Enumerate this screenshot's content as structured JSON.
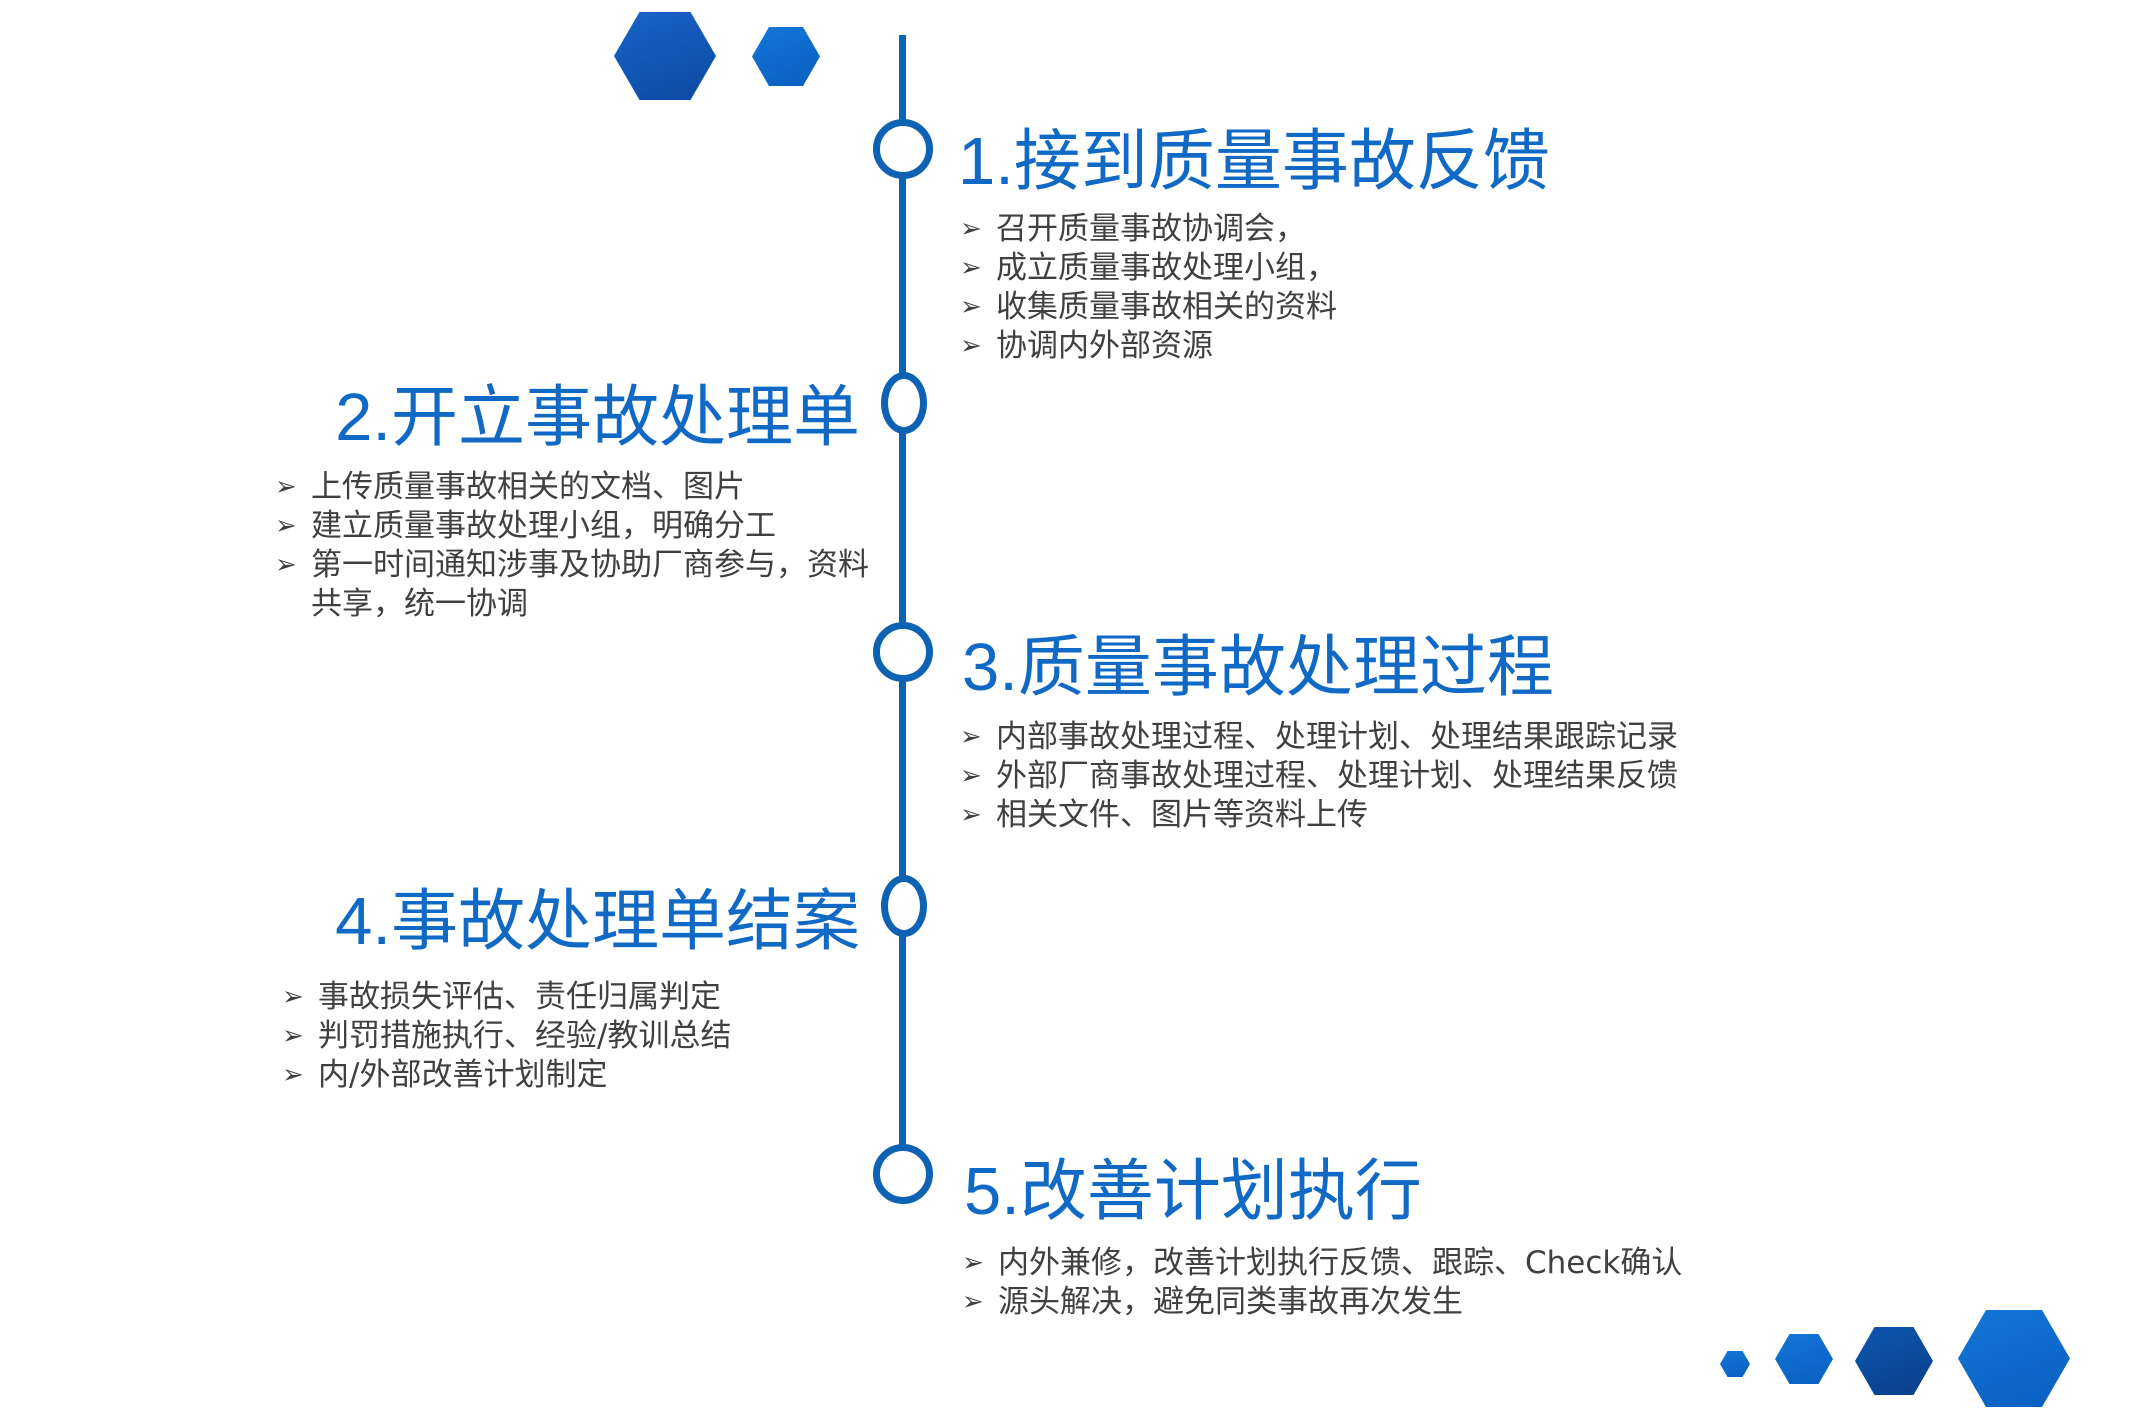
{
  "steps": [
    {
      "title": "1.接到质量事故反馈",
      "bullets": [
        "召开质量事故协调会，",
        "成立质量事故处理小组，",
        "收集质量事故相关的资料",
        "协调内外部资源"
      ]
    },
    {
      "title": "2.开立事故处理单",
      "bullets": [
        "上传质量事故相关的文档、图片",
        "建立质量事故处理小组，明确分工",
        "第一时间通知涉事及协助厂商参与，资料共享，统一协调"
      ]
    },
    {
      "title": "3.质量事故处理过程",
      "bullets": [
        "内部事故处理过程、处理计划、处理结果跟踪记录",
        "外部厂商事故处理过程、处理计划、处理结果反馈",
        "相关文件、图片等资料上传"
      ]
    },
    {
      "title": "4.事故处理单结案",
      "bullets": [
        "事故损失评估、责任归属判定",
        "判罚措施执行、经验/教训总结",
        "内/外部改善计划制定"
      ]
    },
    {
      "title": "5.改善计划执行",
      "bullets": [
        "内外兼修，改善计划执行反馈、跟踪、Check确认",
        "源头解决，避免同类事故再次发生"
      ]
    }
  ],
  "bullet_icon": "arrowhead-bullet-icon",
  "decoration_icon": "hexagon-icon",
  "colors": {
    "accent": "#1069c4",
    "timeline": "#0d62b3",
    "text": "#404040",
    "hex_dark": "#0c4aa3",
    "hex_light": "#1276d8"
  }
}
